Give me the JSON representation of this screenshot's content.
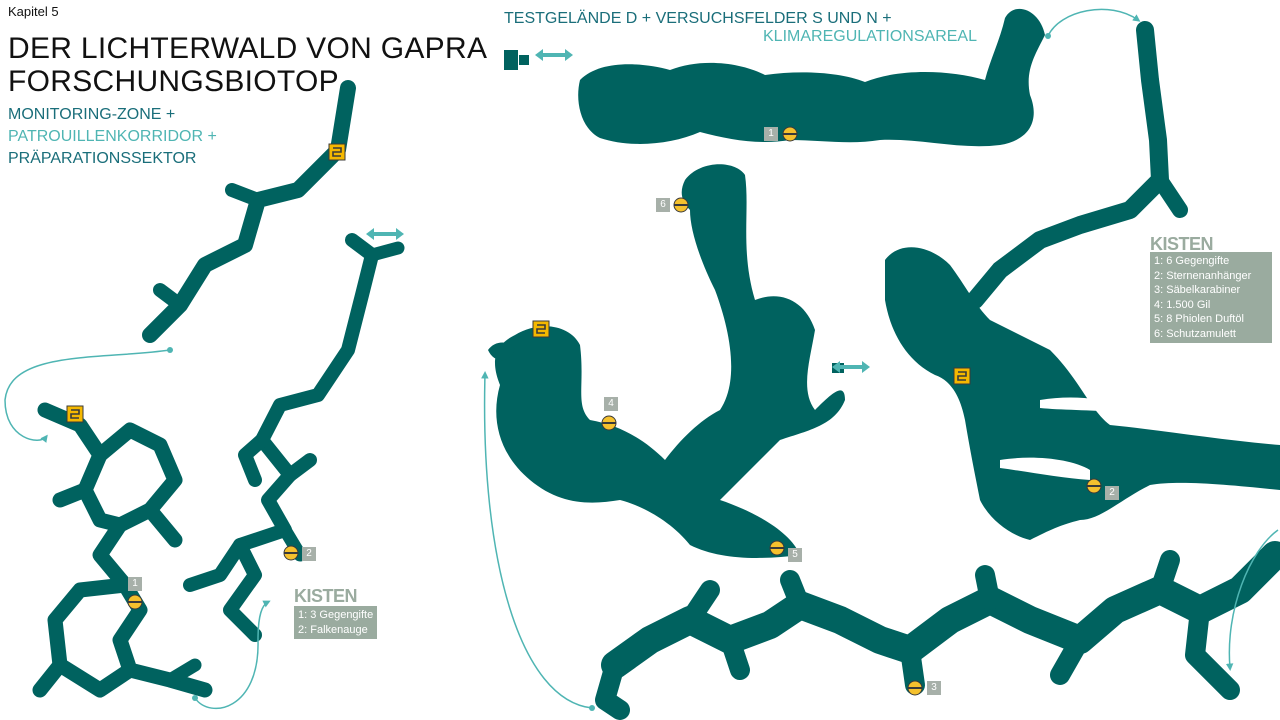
{
  "chapter": "Kapitel 5",
  "title": {
    "line1": "DER LICHTERWALD VON GAPRA",
    "line2": "FORSCHUNGSBIOTOP"
  },
  "left_zones": {
    "line1": "MONITORING-ZONE +",
    "line2": "PATROUILLENKORRIDOR +",
    "line3": "PRÄPARATIONSSEKTOR"
  },
  "right_zones": {
    "part1": "TESTGELÄNDE D + ",
    "part2": "VERSUCHSFELDER S UND N +",
    "part3": "KLIMAREGULATIONSAREAL"
  },
  "colors": {
    "map_fill": "#00625f",
    "route": "#4fb5b3",
    "heading_dark": "#1a6e7a",
    "heading_light": "#4fb5b3",
    "marker_box": "#a7b0a9",
    "chest_icon": "#f5c12e",
    "save_icon": "#f5b800"
  },
  "chests_left": {
    "title": "KISTEN",
    "items": [
      "1: 3 Gegengifte",
      "2: Falkenauge"
    ]
  },
  "chests_right": {
    "title": "KISTEN",
    "items": [
      "1: 6 Gegengifte",
      "2: Sternenanhänger",
      "3: Säbelkarabiner",
      "4: 1.500 Gil",
      "5: 8 Phiolen Duftöl",
      "6: Schutzamulett"
    ]
  },
  "markers": {
    "left_1": "1",
    "left_2": "2",
    "right_1": "1",
    "right_2": "2",
    "right_3": "3",
    "right_4": "4",
    "right_5": "5",
    "right_6": "6"
  },
  "icons": [
    "treasure-chest-icon",
    "save-point-icon",
    "exit-arrow-icon"
  ]
}
